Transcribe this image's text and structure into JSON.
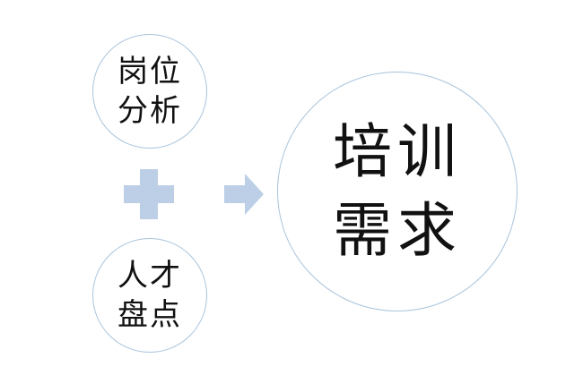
{
  "diagram": {
    "input_top": "岗位\n分析",
    "input_bottom": "人才\n盘点",
    "output": "培训\n需求",
    "operator": "plus-icon",
    "connector": "arrow-right-icon"
  },
  "colors": {
    "circle_border": "#a9c4dc",
    "shape_fill": "#bccfe6",
    "text": "#111111"
  }
}
